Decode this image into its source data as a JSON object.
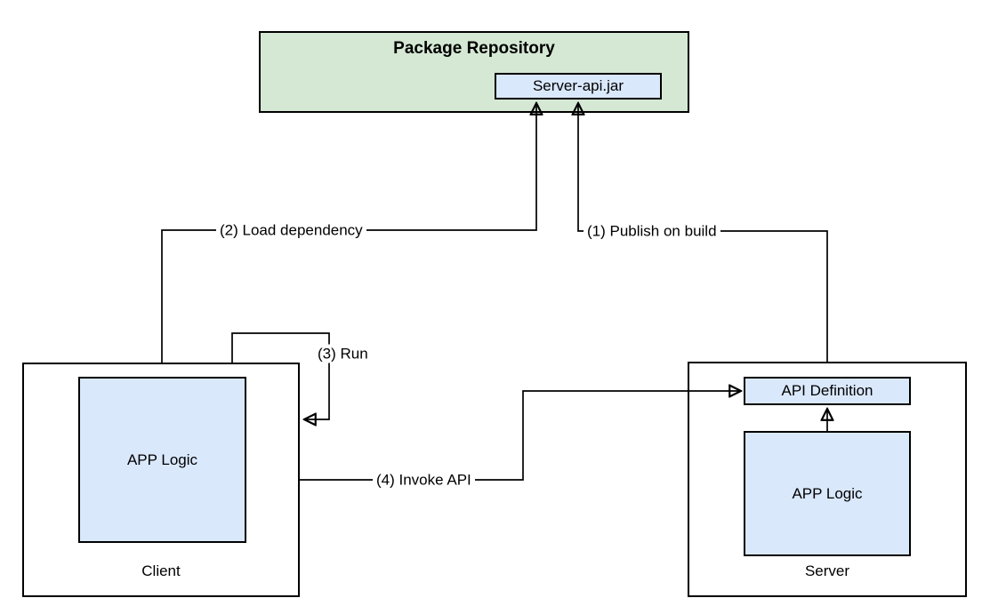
{
  "repository": {
    "title": "Package Repository",
    "artifact": "Server-api.jar"
  },
  "client": {
    "label": "Client",
    "component": "APP Logic"
  },
  "server": {
    "label": "Server",
    "api_definition": "API Definition",
    "component": "APP Logic"
  },
  "edges": [
    {
      "id": "publish-on-build",
      "label": "(1) Publish on build",
      "from": "Server",
      "to": "Server-api.jar"
    },
    {
      "id": "load-dependency",
      "label": "(2) Load dependency",
      "from": "Client",
      "to": "Server-api.jar"
    },
    {
      "id": "run",
      "label": "(3) Run",
      "from": "Client",
      "to": "Client"
    },
    {
      "id": "invoke-api",
      "label": "(4) Invoke API",
      "from": "Client",
      "to": "API Definition"
    },
    {
      "id": "app-logic-to-api-definition",
      "label": "",
      "from": "Server APP Logic",
      "to": "API Definition"
    }
  ],
  "colors": {
    "background": "#ffffff",
    "repository_fill": "#d5e8d4",
    "component_fill": "#dae8fc",
    "border": "#000000",
    "text": "#000000"
  }
}
